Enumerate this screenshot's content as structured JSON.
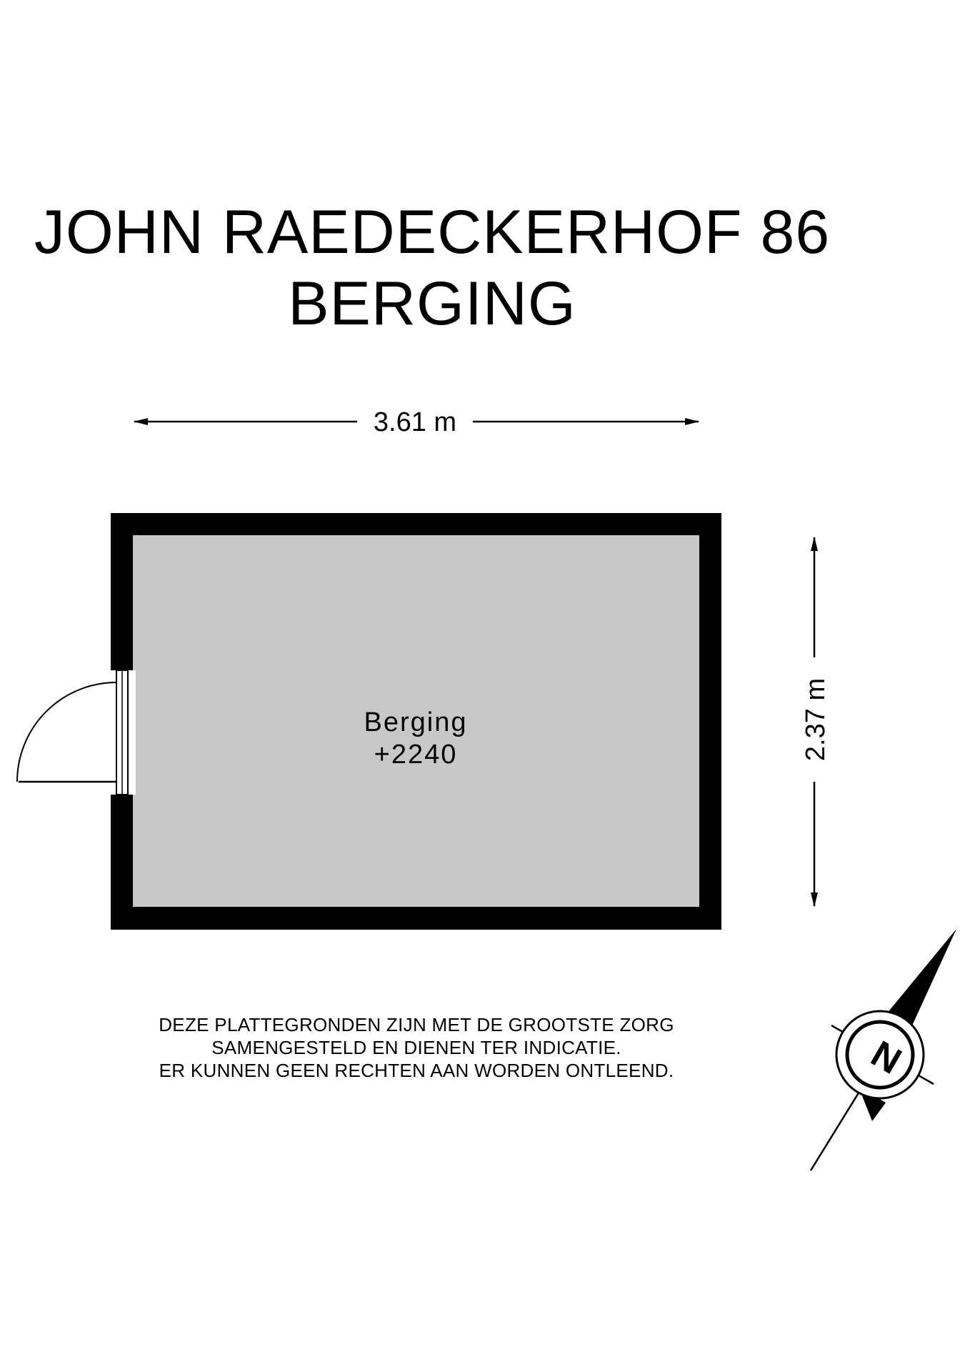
{
  "title": {
    "line1": "JOHN RAEDECKERHOF 86",
    "line2": "BERGING"
  },
  "dimensions": {
    "width_label": "3.61 m",
    "height_label": "2.37 m"
  },
  "room": {
    "name": "Berging",
    "level": "+2240",
    "wall_color": "#000000",
    "floor_color": "#c8c8c8"
  },
  "disclaimer": {
    "line1": "DEZE PLATTEGRONDEN ZIJN MET DE GROOTSTE ZORG",
    "line2": "SAMENGESTELD EN DIENEN TER INDICATIE.",
    "line3": "ER KUNNEN GEEN RECHTEN AAN WORDEN ONTLEEND."
  },
  "compass": {
    "label": "N",
    "icon": "north-arrow-icon"
  }
}
